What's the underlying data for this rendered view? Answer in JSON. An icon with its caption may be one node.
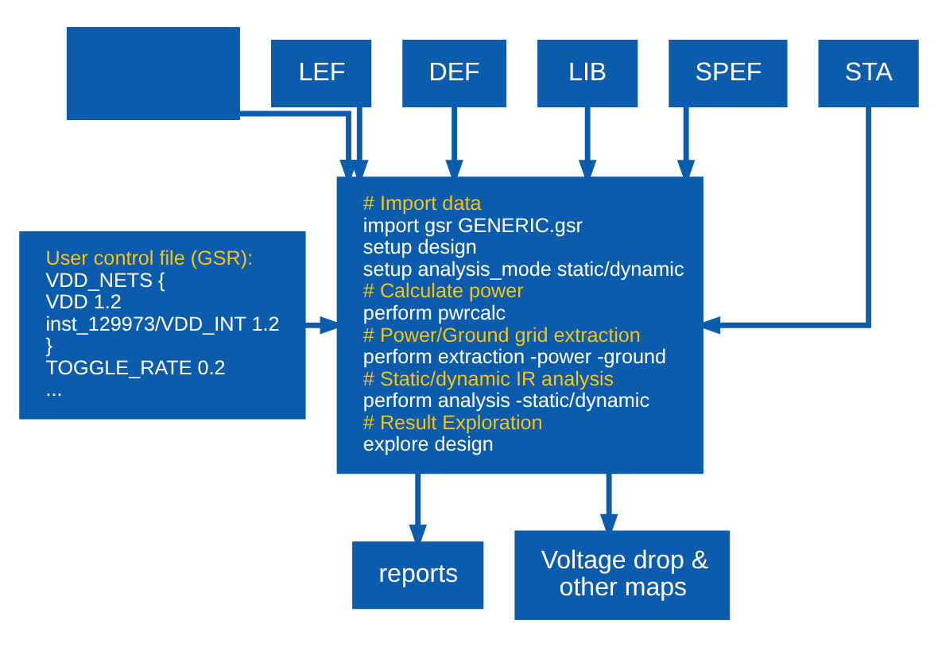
{
  "diagram": {
    "nodes": [
      {
        "text": [],
        "shape": "box"
      },
      {
        "text": [
          "LEF"
        ]
      },
      {
        "text": [
          "DEF"
        ]
      },
      {
        "text": [
          "LIB"
        ]
      },
      {
        "text": [
          "SPEF"
        ]
      },
      {
        "text": [
          "STA"
        ]
      },
      {
        "text": [
          "User control file (GSR):",
          "VDD_NETS {",
          "VDD 1.2",
          "inst_129973/VDD_INT 1.2",
          "}",
          "TOGGLE_RATE 0.2",
          "..."
        ]
      },
      {
        "text": [
          "# Import data",
          "import gsr GENERIC.gsr",
          "setup design",
          "setup analysis_mode static/dynamic",
          "# Calculate power",
          "perform pwrcalc",
          "# Power/Ground grid extraction",
          "perform extraction -power -ground",
          "# Static/dynamic IR analysis",
          "perform analysis -static/dynamic",
          "# Result Exploration",
          "explore design"
        ]
      },
      {
        "text": [
          "reports"
        ]
      },
      {
        "text": [
          "Voltage drop & other maps"
        ]
      }
    ],
    "edges": [
      {
        "from": 0,
        "to": 7,
        "arrow": "to"
      },
      {
        "from": 1,
        "to": 7,
        "arrow": "to"
      },
      {
        "from": 2,
        "to": 7,
        "arrow": "to"
      },
      {
        "from": 3,
        "to": 7,
        "arrow": "to"
      },
      {
        "from": 4,
        "to": 7,
        "arrow": "to"
      },
      {
        "from": 5,
        "to": 7,
        "arrow": "to"
      },
      {
        "from": 6,
        "to": 7,
        "arrow": "to"
      },
      {
        "from": 7,
        "to": 8,
        "arrow": "to"
      },
      {
        "from": 7,
        "to": 9,
        "arrow": "to"
      }
    ]
  }
}
